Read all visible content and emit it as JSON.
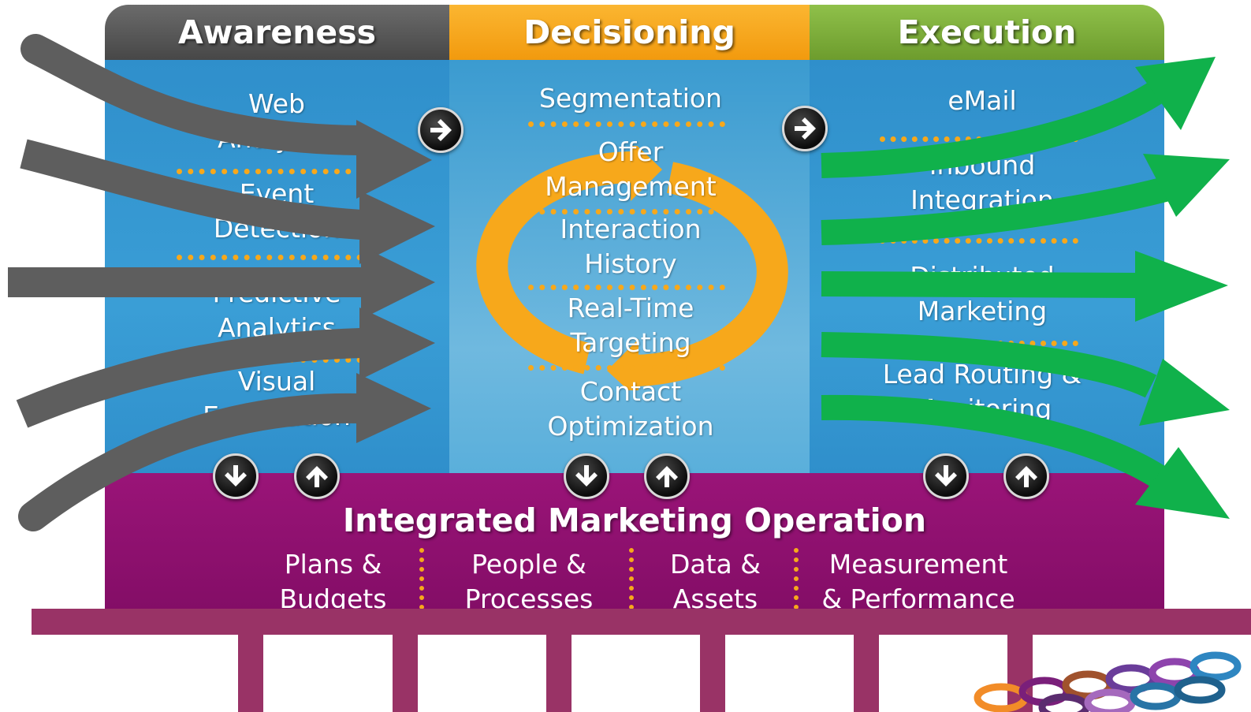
{
  "columns": [
    {
      "title": "Awareness",
      "items": [
        "Web\nAnalytics",
        "Event\nDetection",
        "Predictive\nAnalytics",
        "Visual\nExploration"
      ]
    },
    {
      "title": "Decisioning",
      "items": [
        "Segmentation",
        "Offer\nManagement",
        "Interaction\nHistory",
        "Real-Time\nTargeting",
        "Contact\nOptimization"
      ]
    },
    {
      "title": "Execution",
      "items": [
        "eMail",
        "Inbound\nIntegration",
        "Distributed\nMarketing",
        "Lead Routing &\nMonitoring"
      ]
    }
  ],
  "operation": {
    "title": "Integrated Marketing Operation",
    "items": [
      "Plans &\nBudgets",
      "People &\nProcesses",
      "Data &\nAssets",
      "Measurement\n& Performance"
    ]
  },
  "icons": {
    "flow_arrow": "right-arrow-icon",
    "down": "down-arrow-icon",
    "up": "up-arrow-icon",
    "cycle": "cycle-arrows-icon",
    "logo": "logo-icon"
  },
  "colors": {
    "awareness_header": "#5a5a5a",
    "decisioning_header": "#f7a81b",
    "execution_header": "#7fae3a",
    "panel_blue": "#2e8fcb",
    "decisioning_panel": "#4fa6d4",
    "operation": "#8b0f6c",
    "foundation": "#993366",
    "input_arrows": "#5e5e5e",
    "output_arrows": "#10b14b",
    "dots": "#f7a81b"
  }
}
